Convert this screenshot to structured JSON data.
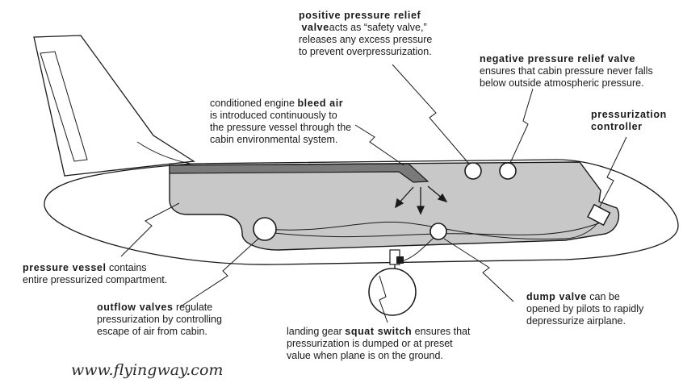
{
  "labels": {
    "positive_relief": {
      "bold": "positive pressure relief",
      "bold2": "valve",
      "text": "acts as “safety valve,”",
      "line3": "releases any excess pressure",
      "line4": "to prevent overpressurization."
    },
    "negative_relief": {
      "bold": "negative pressure relief valve",
      "line2": "ensures that cabin pressure never falls",
      "line3": "below outside atmospheric pressure."
    },
    "controller": {
      "bold1": "pressurization",
      "bold2": "controller"
    },
    "bleed_air": {
      "pre": "conditioned engine ",
      "bold": "bleed air",
      "line2": "is introduced continuously to",
      "line3": "the pressure vessel through the",
      "line4": "cabin environmental system."
    },
    "pressure_vessel": {
      "bold": "pressure vessel",
      "text": " contains",
      "line2": "entire pressurized compartment."
    },
    "outflow": {
      "bold": "outflow valves",
      "text": " regulate",
      "line2": "pressurization by controlling",
      "line3": "escape of air from cabin."
    },
    "squat_switch": {
      "pre": "landing gear ",
      "bold": "squat switch",
      "text": " ensures that",
      "line2": "pressurization is dumped or at preset",
      "line3": "value when plane is on the ground."
    },
    "dump_valve": {
      "bold": "dump valve",
      "text": " can be",
      "line2": "opened by pilots to rapidly",
      "line3": "depressurize airplane."
    }
  },
  "watermark": "www.flyingway.com",
  "colors": {
    "vessel_fill": "#c8c8c8",
    "duct_fill": "#7a7a7a",
    "line": "#1a1a1a"
  }
}
